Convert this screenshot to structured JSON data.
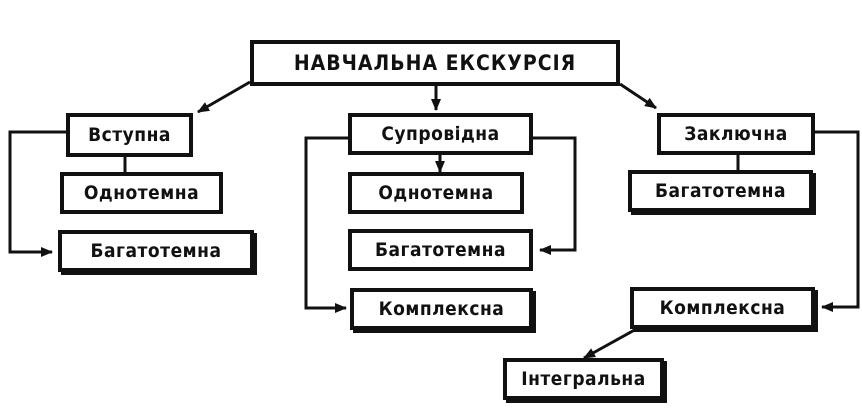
{
  "root": {
    "label": "НАВЧАЛЬНА ЕКСКУРСІЯ"
  },
  "groups": {
    "intro": {
      "label": "Вступна",
      "children": [
        "Однотемна",
        "Багатотемна"
      ]
    },
    "accompanying": {
      "label": "Супровідна",
      "children": [
        "Однотемна",
        "Багатотемна",
        "Комплексна"
      ]
    },
    "final": {
      "label": "Заключна",
      "children": [
        "Багатотемна",
        "Комплексна"
      ],
      "grandchild": "Інтегральна"
    }
  }
}
